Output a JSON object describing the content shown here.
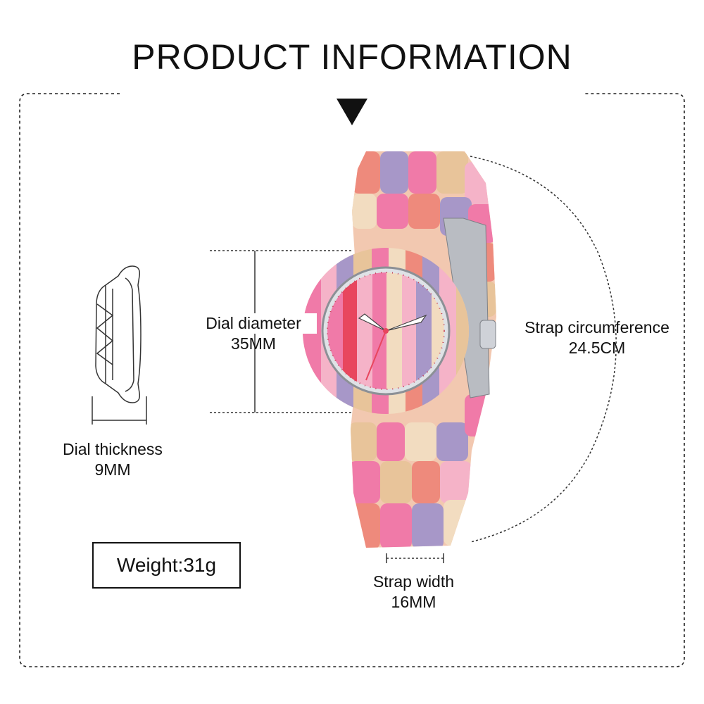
{
  "title": "PRODUCT INFORMATION",
  "dial_thickness": {
    "label": "Dial thickness",
    "value": "9MM"
  },
  "dial_diameter": {
    "label": "Dial diameter",
    "value": "35MM"
  },
  "strap_circumference": {
    "label": "Strap circumference",
    "value": "24.5CM"
  },
  "strap_width": {
    "label": "Strap width",
    "value": "16MM"
  },
  "weight": "Weight:31g",
  "colors": {
    "pink": "#f07aa8",
    "coral": "#ee8a7c",
    "tan": "#e8c49a",
    "lavender": "#a797c8",
    "light_pink": "#f5b3c8",
    "cream": "#f2dcc0",
    "steel": "#b9bcc2",
    "dial_red": "#e8465e"
  }
}
